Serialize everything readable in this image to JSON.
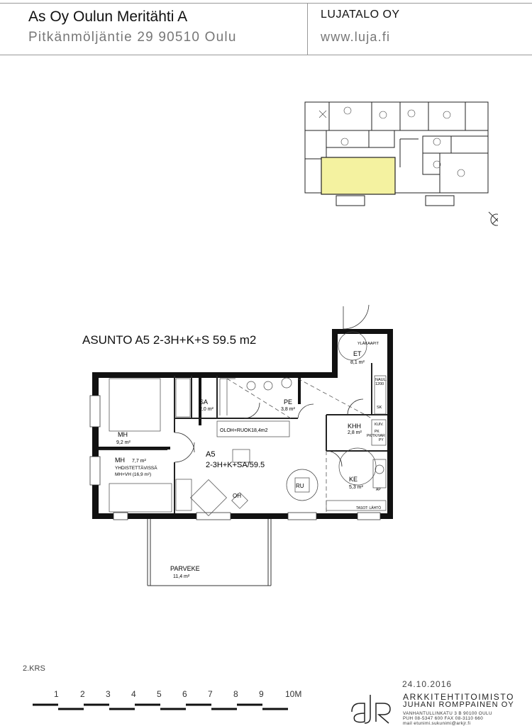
{
  "header": {
    "property_name": "As Oy Oulun Meritähti A",
    "address": "Pitkänmöljäntie 29 90510 Oulu",
    "builder": "LUJATALO OY",
    "builder_web": "www.luja.fi"
  },
  "apartment": {
    "title": "ASUNTO A5 2-3H+K+S 59.5 m2",
    "code": "A5",
    "type": "2-3H+K+SA/59.5"
  },
  "rooms": {
    "et": {
      "name": "ET",
      "area": "8,1 m²"
    },
    "sa": {
      "name": "SA",
      "area": "2,0 m²"
    },
    "pe": {
      "name": "PE",
      "area": "3,8 m²"
    },
    "mh1": {
      "name": "MH",
      "area": "9,2 m²"
    },
    "mh2": {
      "name": "MH",
      "area": "7,7 m²"
    },
    "combined": {
      "line1": "YHDISTETTÄVISSÄ",
      "line2": "MH+VH   (16,9 m²)"
    },
    "oloh": {
      "name": "OLOH+RUOK18,4m2"
    },
    "khh": {
      "name": "KHH",
      "area": "2,8 m²"
    },
    "ke": {
      "name": "KE",
      "area": "5,3 m²"
    },
    "ru": {
      "name": "RU"
    },
    "oh": {
      "name": "OH"
    },
    "parveke": {
      "name": "PARVEKE",
      "area": "11,4 m²"
    }
  },
  "fixtures": {
    "ylakaapit": "YLÄKAAPIT",
    "nali1": "NAUL.",
    "nali2": "1200",
    "sk": "SK",
    "kuiv": "KUIV.",
    "pk": "PK",
    "pk_tk_var": "PK/TK/VAR",
    "py": "PY",
    "ap": "AP",
    "tasot": "TASOT: LÄHTÖ"
  },
  "footer": {
    "floor": "2.KRS",
    "date": "24.10.2016",
    "architect_line1": "ARKKITEHTITOIMISTO",
    "architect_line2": "JUHANI ROMPPAINEN OY",
    "architect_addr": "VANHANTULLINKATU 3 B     90100 OULU",
    "architect_phone": "PUH 08-5347 600    FAX 08-3110 660",
    "architect_mail": "mail  etunimi.sukunimi@arkjr.fi"
  },
  "scale": {
    "labels": [
      "1",
      "2",
      "3",
      "4",
      "5",
      "6",
      "7",
      "8",
      "9",
      "10M"
    ]
  },
  "colors": {
    "highlight": "#f4f2a0",
    "wall": "#111111"
  }
}
